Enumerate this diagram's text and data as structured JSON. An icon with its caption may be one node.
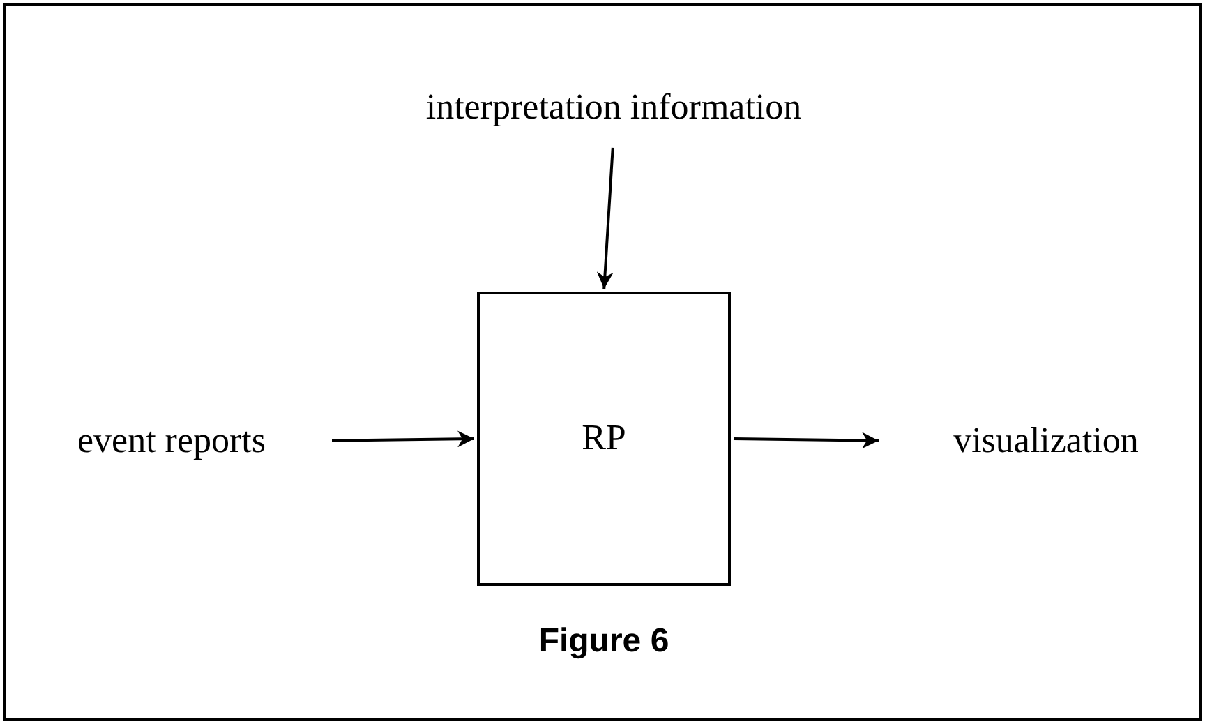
{
  "diagram": {
    "caption": "Figure 6",
    "nodes": [
      {
        "text": [
          "interpretation information"
        ]
      },
      {
        "text": [
          "event reports"
        ]
      },
      {
        "text": [
          "RP"
        ]
      },
      {
        "text": [
          "visualization"
        ]
      }
    ],
    "edges": [
      {
        "from": 0,
        "to": 2,
        "arrow": "to"
      },
      {
        "from": 1,
        "to": 2,
        "arrow": "to"
      },
      {
        "from": 2,
        "to": 3,
        "arrow": "to"
      }
    ]
  }
}
